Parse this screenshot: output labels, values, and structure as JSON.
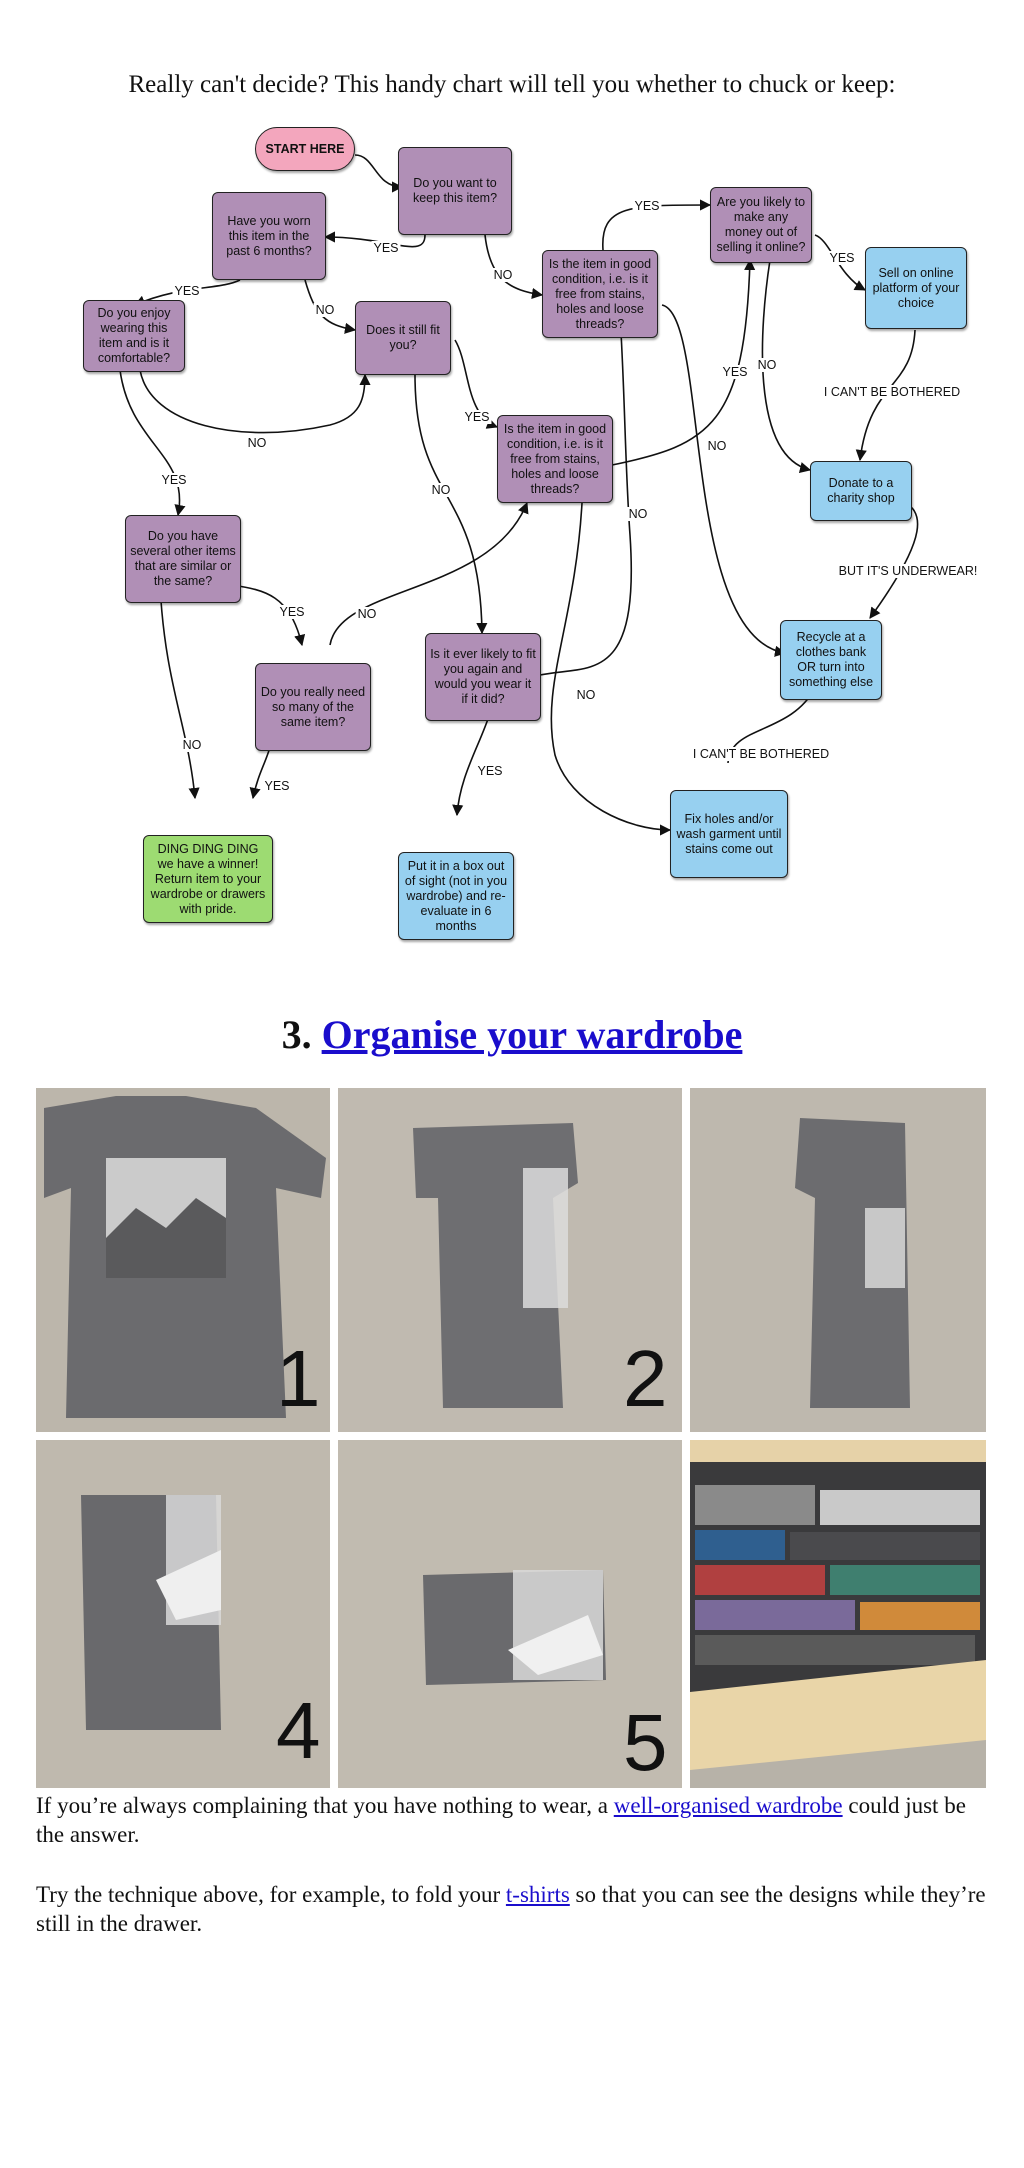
{
  "intro": "Really can't decide? This handy chart will tell you whether to chuck or keep:",
  "flowchart": {
    "nodes": [
      {
        "id": "start",
        "type": "start",
        "text": "START HERE"
      },
      {
        "id": "keep",
        "type": "q",
        "text": "Do you want to keep this item?"
      },
      {
        "id": "worn",
        "type": "q",
        "text": "Have you worn this item in the past 6 months?"
      },
      {
        "id": "good1",
        "type": "q",
        "text": "Is the item in good condition, i.e. is it free from stains, holes and loose threads?"
      },
      {
        "id": "money",
        "type": "q",
        "text": "Are you likely to make any money out of selling it online?"
      },
      {
        "id": "sell",
        "type": "out",
        "text": "Sell on online platform of your choice"
      },
      {
        "id": "enjoy",
        "type": "q",
        "text": "Do you enjoy wearing this item and is it comfortable?"
      },
      {
        "id": "fit",
        "type": "q",
        "text": "Does it still fit you?"
      },
      {
        "id": "good2",
        "type": "q",
        "text": "Is the item in good condition, i.e. is it free from stains, holes and loose threads?"
      },
      {
        "id": "donate",
        "type": "out",
        "text": "Donate to a charity shop"
      },
      {
        "id": "several",
        "type": "q",
        "text": "Do you have several other items that are similar or the same?"
      },
      {
        "id": "fitagain",
        "type": "q",
        "text": "Is it ever likely to fit you again and would you wear it if it did?"
      },
      {
        "id": "recycle",
        "type": "out",
        "text": "Recycle at a clothes bank OR turn into something else"
      },
      {
        "id": "need",
        "type": "q",
        "text": "Do you really need so many of the same item?"
      },
      {
        "id": "fix",
        "type": "out",
        "text": "Fix holes and/or wash garment until stains come out"
      },
      {
        "id": "winner",
        "type": "win",
        "text": "DING DING DING we have a winner! Return item to your wardrobe or drawers with pride."
      },
      {
        "id": "box",
        "type": "out",
        "text": "Put it in a box out of sight (not in you wardrobe) and re-evaluate in 6 months"
      }
    ],
    "edge_labels": [
      {
        "id": "keep-worn",
        "text": "YES"
      },
      {
        "id": "keep-good1",
        "text": "NO"
      },
      {
        "id": "good1-money",
        "text": "YES"
      },
      {
        "id": "money-sell",
        "text": "YES"
      },
      {
        "id": "worn-enjoy",
        "text": "YES"
      },
      {
        "id": "worn-fit",
        "text": "NO"
      },
      {
        "id": "sell-donate",
        "text": "I CAN'T BE BOTHERED"
      },
      {
        "id": "good2-money",
        "text": "YES"
      },
      {
        "id": "money-donate",
        "text": "NO"
      },
      {
        "id": "fit-good2",
        "text": "YES"
      },
      {
        "id": "good1-recycle",
        "text": "NO"
      },
      {
        "id": "enjoy-fit",
        "text": "NO"
      },
      {
        "id": "enjoy-several",
        "text": "YES"
      },
      {
        "id": "fit-fitagain",
        "text": "NO"
      },
      {
        "id": "fitagain-good1",
        "text": "NO"
      },
      {
        "id": "donate-recycle",
        "text": "BUT IT'S UNDERWEAR!"
      },
      {
        "id": "several-need",
        "text": "YES"
      },
      {
        "id": "need-good2",
        "text": "NO"
      },
      {
        "id": "good2-fix",
        "text": "NO"
      },
      {
        "id": "several-winner",
        "text": "NO"
      },
      {
        "id": "need-winner",
        "text": "YES"
      },
      {
        "id": "fitagain-box",
        "text": "YES"
      },
      {
        "id": "fix-recycle",
        "text": "I CAN'T BE BOTHERED"
      }
    ]
  },
  "section": {
    "number": "3.",
    "title": "Organise your wardrobe"
  },
  "photos": [
    {
      "step": "1"
    },
    {
      "step": "2"
    },
    {
      "step": ""
    },
    {
      "step": "4"
    },
    {
      "step": "5"
    },
    {
      "step": ""
    }
  ],
  "paragraph1": {
    "before": "If you’re always complaining that you have nothing to wear, a ",
    "link": "well-organised wardrobe",
    "after": " could just be the answer."
  },
  "paragraph2": {
    "before": "Try the technique above, for example, to fold your ",
    "link": "t-shirts",
    "after": " so that you can see the designs while they’re still in the drawer."
  }
}
